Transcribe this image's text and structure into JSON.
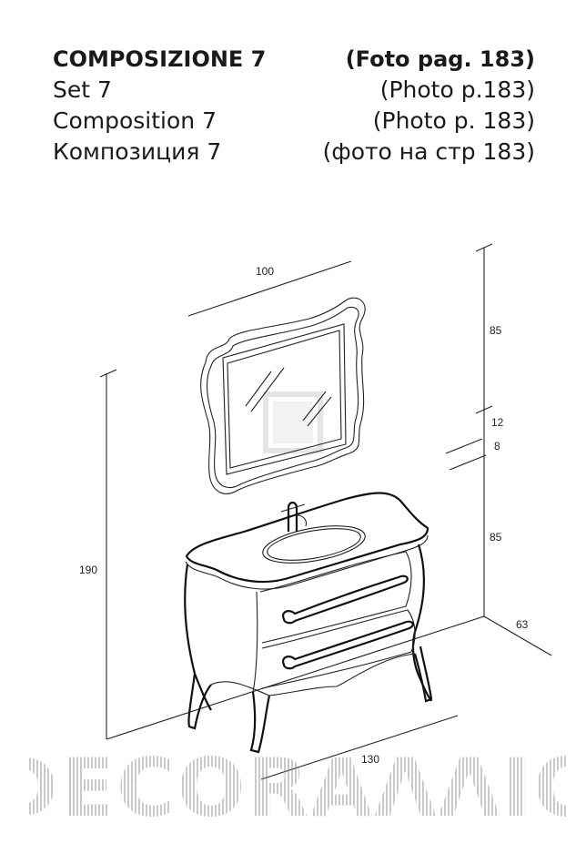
{
  "header": {
    "rows": [
      {
        "left": "COMPOSIZIONE  7",
        "right": "(Foto pag. 183)"
      },
      {
        "left": "Set 7",
        "right": "(Photo p.183)"
      },
      {
        "left": "Composition 7",
        "right": "(Photo p. 183)"
      },
      {
        "left": "Композиция  7",
        "right": "(фото на стр 183)"
      }
    ]
  },
  "dimensions": {
    "mirror_width": "100",
    "mirror_height": "85",
    "gap_upper": "12",
    "gap_lower": "8",
    "cabinet_height": "85",
    "total_height": "190",
    "depth": "63",
    "cabinet_width": "130"
  },
  "watermark": {
    "text": "DECORAΛΛΙΟ"
  }
}
